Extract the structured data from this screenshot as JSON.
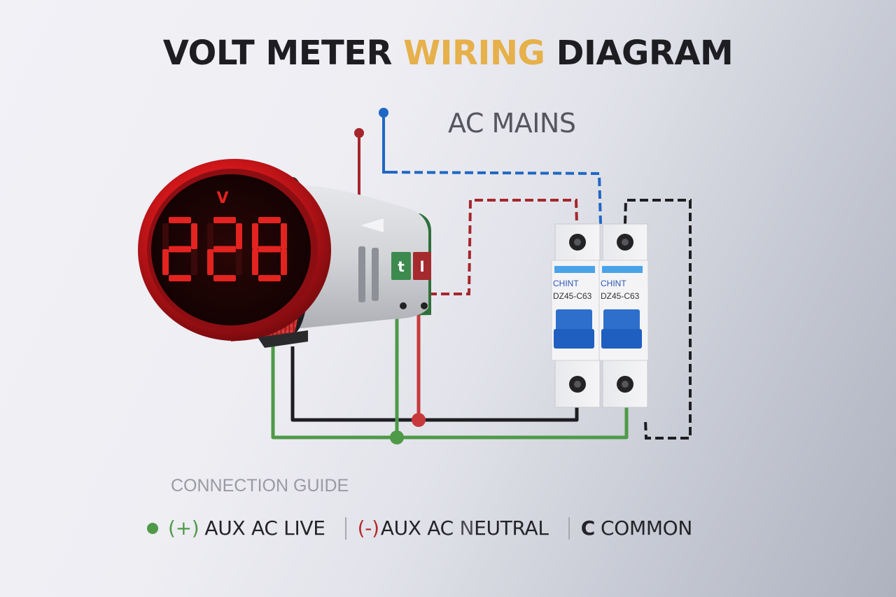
{
  "title": {
    "part1": "VOLT METER ",
    "accent": "WIRING",
    "part2": " DIAGRAM"
  },
  "mains": {
    "label": "AC MAINS"
  },
  "meter": {
    "unit": "V",
    "reading": "228",
    "terminals": [
      {
        "label": "t",
        "color": "#3d8a4f",
        "role": "aux-live"
      },
      {
        "label": "l",
        "color": "#a52a2e",
        "role": "aux-neutral"
      }
    ]
  },
  "breakers": [
    {
      "brand": "CHINT",
      "model": "DZ45-C63"
    },
    {
      "brand": "CHINT",
      "model": "DZ45-C63"
    }
  ],
  "guide": {
    "heading": "CONNECTION GUIDE",
    "items": [
      {
        "symbol": "(+)",
        "label": "AUX AC LIVE",
        "color": "#4f9a48"
      },
      {
        "symbol": "(-)",
        "label_a": "AUX AC ",
        "label_n": "N",
        "label_b": "EUTRAL",
        "color": "#b42a2c"
      },
      {
        "symbol": "C",
        "label": "COMMON",
        "color": "#232328"
      }
    ]
  },
  "colors": {
    "live_blue": "#1f67c4",
    "red_wire": "#a5262b",
    "green_wire": "#4f9a48",
    "black_wire": "#1e1e22",
    "accent_gold": "#e6b04a",
    "led_red": "#e3231f"
  }
}
